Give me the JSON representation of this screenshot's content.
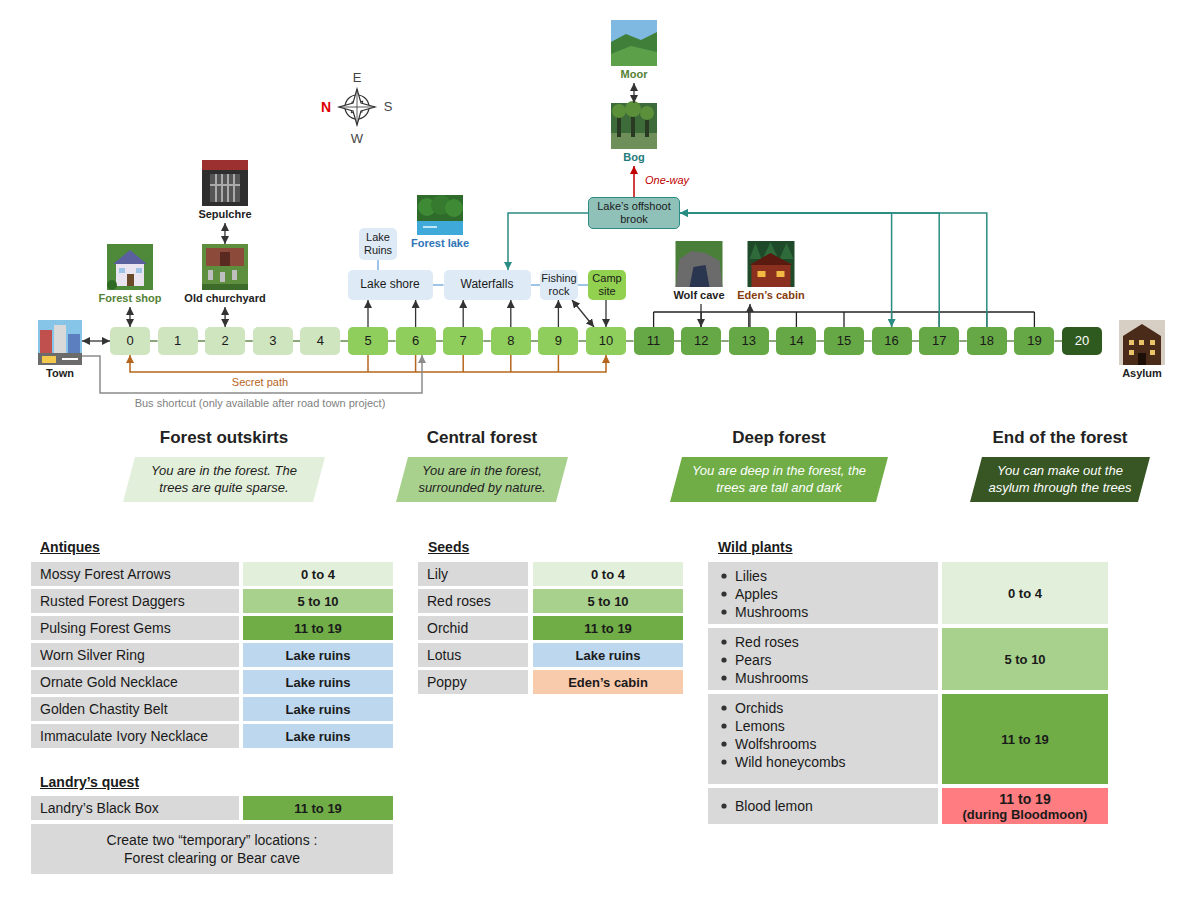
{
  "diagram": {
    "nodes": [
      {
        "text": [
          "Town"
        ]
      },
      {
        "text": [
          "0"
        ]
      },
      {
        "text": [
          "1"
        ]
      },
      {
        "text": [
          "2"
        ]
      },
      {
        "text": [
          "3"
        ]
      },
      {
        "text": [
          "4"
        ]
      },
      {
        "text": [
          "5"
        ]
      },
      {
        "text": [
          "6"
        ]
      },
      {
        "text": [
          "7"
        ]
      },
      {
        "text": [
          "8"
        ]
      },
      {
        "text": [
          "9"
        ]
      },
      {
        "text": [
          "10"
        ]
      },
      {
        "text": [
          "11"
        ]
      },
      {
        "text": [
          "12"
        ]
      },
      {
        "text": [
          "13"
        ]
      },
      {
        "text": [
          "14"
        ]
      },
      {
        "text": [
          "15"
        ]
      },
      {
        "text": [
          "16"
        ]
      },
      {
        "text": [
          "17"
        ]
      },
      {
        "text": [
          "18"
        ]
      },
      {
        "text": [
          "19"
        ]
      },
      {
        "text": [
          "20"
        ]
      },
      {
        "text": [
          "Asylum"
        ]
      },
      {
        "text": [
          "Forest shop"
        ]
      },
      {
        "text": [
          "Old churchyard"
        ]
      },
      {
        "text": [
          "Sepulchre"
        ]
      },
      {
        "text": [
          "Lake Ruins"
        ]
      },
      {
        "text": [
          "Lake shore"
        ]
      },
      {
        "text": [
          "Forest lake"
        ]
      },
      {
        "text": [
          "Waterfalls"
        ]
      },
      {
        "text": [
          "Fishing rock"
        ]
      },
      {
        "text": [
          "Camp site"
        ]
      },
      {
        "text": [
          "Lake’s offshoot brook"
        ]
      },
      {
        "text": [
          "Bog"
        ]
      },
      {
        "text": [
          "Moor"
        ]
      },
      {
        "text": [
          "Wolf cave"
        ]
      },
      {
        "text": [
          "Eden’s cabin"
        ]
      },
      {
        "text": [
          "Forest outskirts",
          "You are in the forest. The trees are quite sparse."
        ]
      },
      {
        "text": [
          "Central forest",
          "You are in the forest, surrounded by nature."
        ]
      },
      {
        "text": [
          "Deep forest",
          "You are deep in the forest, the trees are tall and dark"
        ]
      },
      {
        "text": [
          "End of the forest",
          "You can make out the asylum through the trees"
        ]
      }
    ],
    "edges": [
      {
        "from": 0,
        "to": 1,
        "arrow": "both"
      },
      {
        "from": 1,
        "to": 2,
        "arrow": "none"
      },
      {
        "from": 2,
        "to": 3,
        "arrow": "none"
      },
      {
        "from": 3,
        "to": 4,
        "arrow": "none"
      },
      {
        "from": 4,
        "to": 5,
        "arrow": "none"
      },
      {
        "from": 5,
        "to": 6,
        "arrow": "none"
      },
      {
        "from": 6,
        "to": 7,
        "arrow": "none"
      },
      {
        "from": 7,
        "to": 8,
        "arrow": "none"
      },
      {
        "from": 8,
        "to": 9,
        "arrow": "none"
      },
      {
        "from": 9,
        "to": 10,
        "arrow": "none"
      },
      {
        "from": 10,
        "to": 11,
        "arrow": "none"
      },
      {
        "from": 11,
        "to": 12,
        "arrow": "none"
      },
      {
        "from": 12,
        "to": 13,
        "arrow": "none"
      },
      {
        "from": 13,
        "to": 14,
        "arrow": "none"
      },
      {
        "from": 14,
        "to": 15,
        "arrow": "none"
      },
      {
        "from": 15,
        "to": 16,
        "arrow": "none"
      },
      {
        "from": 16,
        "to": 17,
        "arrow": "none"
      },
      {
        "from": 17,
        "to": 18,
        "arrow": "none"
      },
      {
        "from": 18,
        "to": 19,
        "arrow": "none"
      },
      {
        "from": 19,
        "to": 20,
        "arrow": "none"
      },
      {
        "from": 20,
        "to": 21,
        "arrow": "none"
      },
      {
        "from": 23,
        "to": 1,
        "arrow": "both"
      },
      {
        "from": 24,
        "to": 3,
        "arrow": "both"
      },
      {
        "from": 25,
        "to": 24,
        "arrow": "both"
      },
      {
        "from": 26,
        "to": 27,
        "arrow": "none"
      },
      {
        "from": 6,
        "to": 27,
        "arrow": "to"
      },
      {
        "from": 7,
        "to": 27,
        "arrow": "to"
      },
      {
        "from": 27,
        "to": 29,
        "arrow": "none"
      },
      {
        "from": 8,
        "to": 29,
        "arrow": "to"
      },
      {
        "from": 9,
        "to": 29,
        "arrow": "to"
      },
      {
        "from": 29,
        "to": 30,
        "arrow": "none"
      },
      {
        "from": 10,
        "to": 30,
        "arrow": "to"
      },
      {
        "from": 30,
        "to": 11,
        "arrow": "both"
      },
      {
        "from": 30,
        "to": 31,
        "arrow": "none"
      },
      {
        "from": 31,
        "to": 11,
        "arrow": "to"
      },
      {
        "from": 32,
        "to": 29,
        "arrow": "to"
      },
      {
        "from": 18,
        "to": 32,
        "arrow": "to"
      },
      {
        "from": 19,
        "to": 32,
        "arrow": "to"
      },
      {
        "from": 32,
        "to": 17,
        "arrow": "to"
      },
      {
        "from": 32,
        "to": 33,
        "label": "One-way",
        "arrow": "to"
      },
      {
        "from": 34,
        "to": 33,
        "arrow": "both"
      },
      {
        "from": 35,
        "to": 13,
        "arrow": "to"
      },
      {
        "from": 14,
        "to": 36,
        "arrow": "to"
      },
      {
        "from": 1,
        "to": 11,
        "label": "Secret path",
        "arrow": "both"
      },
      {
        "from": 0,
        "to": 7,
        "label": "Bus shortcut (only available after road town project)",
        "arrow": "to"
      }
    ],
    "labels": [
      "E",
      "N",
      "S",
      "W",
      "Antiques",
      "Mossy Forest Arrows",
      "0 to 4",
      "Rusted Forest Daggers",
      "5 to 10",
      "Pulsing Forest Gems",
      "11 to 19",
      "Worn Silver Ring",
      "Lake ruins",
      "Ornate Gold Necklace",
      "Lake ruins",
      "Golden Chastity Belt",
      "Lake ruins",
      "Immaculate Ivory Necklace",
      "Lake ruins",
      "Landry’s quest",
      "Landry’s Black Box",
      "11 to 19",
      "Create two “temporary” locations : Forest clearing or Bear cave",
      "Seeds",
      "Lily",
      "0 to 4",
      "Red roses",
      "5 to 10",
      "Orchid",
      "11 to 19",
      "Lotus",
      "Lake ruins",
      "Poppy",
      "Eden’s cabin",
      "Wild plants",
      "Lilies",
      "Apples",
      "Mushrooms",
      "0 to 4",
      "Red roses",
      "Pears",
      "Mushrooms",
      "5 to 10",
      "Orchids",
      "Lemons",
      "Wolfshrooms",
      "Wild honeycombs",
      "11 to 19",
      "Blood lemon",
      "11 to 19",
      "(during Bloodmoon)"
    ]
  }
}
